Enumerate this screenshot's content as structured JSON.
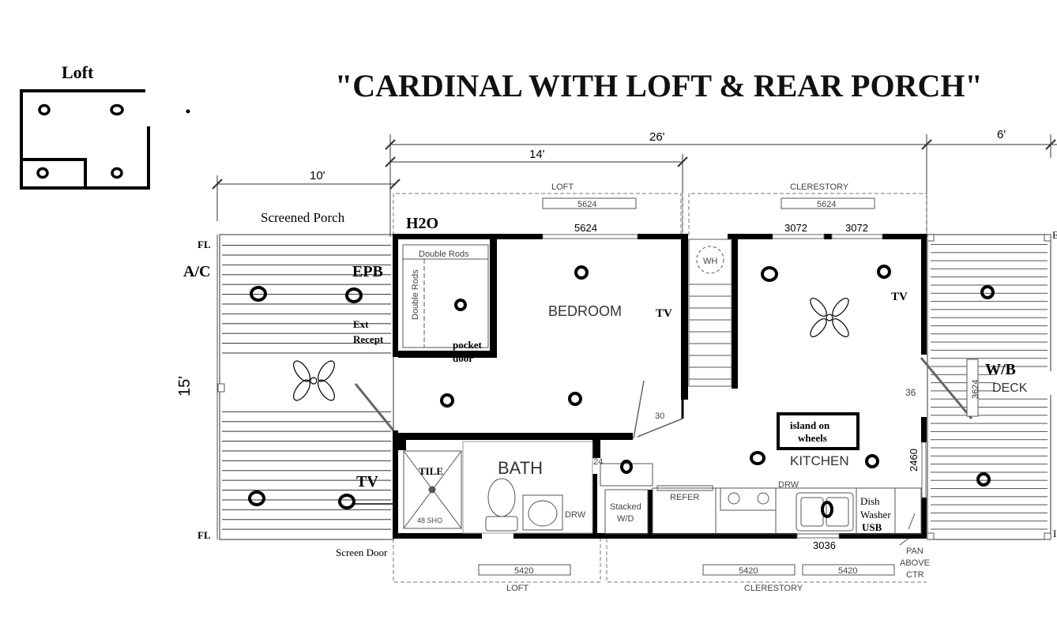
{
  "title": "\"CARDINAL WITH LOFT & REAR PORCH\"",
  "loft_inset": {
    "label": "Loft"
  },
  "dimensions": {
    "overall_width": "26'",
    "loft_width": "14'",
    "porch_width": "10'",
    "deck_width": "6'",
    "depth": "15'",
    "door_30": "30",
    "door_36": "36",
    "door_24": "24"
  },
  "overhead_labels": {
    "loft_top": "LOFT",
    "clerestory_top": "CLERESTORY",
    "loft_bottom": "LOFT",
    "clerestory_bottom": "CLERESTORY"
  },
  "window_codes": {
    "top_loft": "5624",
    "top_clerestory": "5624",
    "bedroom_window": "5624",
    "living_window_1": "3072",
    "living_window_2": "3072",
    "bottom_1": "5420",
    "bottom_2": "5420",
    "bottom_3": "5420",
    "kitchen_window": "3036",
    "deck_door": "2460",
    "deck_window": "3624"
  },
  "rooms": {
    "porch": "Screened Porch",
    "bedroom": "BEDROOM",
    "bath": "BATH",
    "kitchen": "KITCHEN",
    "deck": "DECK",
    "closet_top": "Double Rods",
    "closet_side": "Double Rods",
    "shower": "48 SHO"
  },
  "fixtures": {
    "water_heater": "WH",
    "stacked": "Stacked",
    "wd": "W/D",
    "refer": "REFER",
    "drw_bath": "DRW",
    "drw_kitchen": "DRW",
    "pan_1": "PAN",
    "pan_2": "ABOVE",
    "pan_3": "CTR"
  },
  "annotations": {
    "h2o": "H2O",
    "ac": "A/C",
    "epb": "EPB",
    "ext_1": "Ext",
    "ext_2": "Recept",
    "pocket_1": "pocket",
    "pocket_2": "door",
    "tv_bedroom": "TV",
    "tv_living": "TV",
    "tv_porch": "TV",
    "tile": "TILE",
    "island_1": "island on",
    "island_2": "wheels",
    "wb": "W/B",
    "dish_1": "Dish",
    "dish_2": "Washer",
    "usb": "USB",
    "fl_top": "FL",
    "fl_bottom": "FL",
    "screen_door": "Screen Door",
    "edge_e": "E",
    "edge_i": "I"
  }
}
